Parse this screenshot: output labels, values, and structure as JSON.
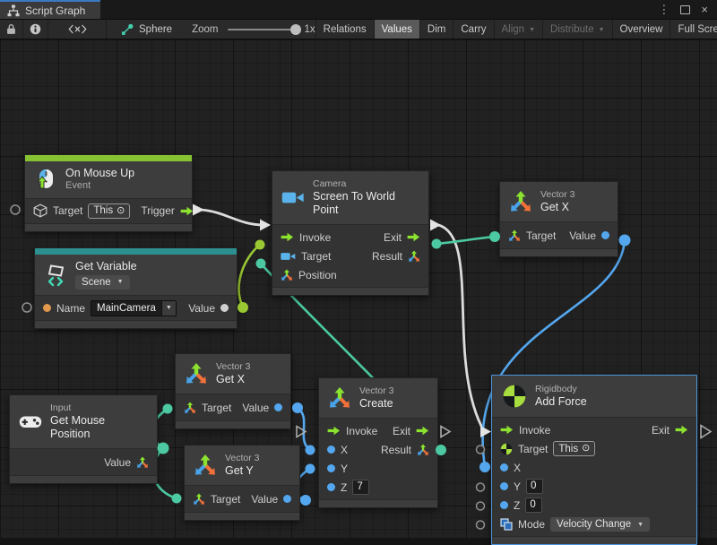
{
  "window": {
    "tab_title": "Script Graph",
    "controls": {
      "menu_glyph": "⋮",
      "close_glyph": "×"
    }
  },
  "toolbar": {
    "graph_name": "Sphere",
    "zoom": {
      "label": "Zoom",
      "value": "1x"
    },
    "buttons": [
      {
        "label": "Relations",
        "active": false
      },
      {
        "label": "Values",
        "active": true
      },
      {
        "label": "Dim",
        "active": false
      },
      {
        "label": "Carry",
        "active": false
      },
      {
        "label": "Align",
        "disabled": true,
        "dropdown": "▼"
      },
      {
        "label": "Distribute",
        "disabled": true,
        "dropdown": "▼"
      },
      {
        "label": "Overview",
        "active": false
      },
      {
        "label": "Full Screen",
        "active": false
      }
    ]
  },
  "nodes": {
    "on_mouse_up": {
      "title": "On Mouse Up",
      "subtitle": "Event",
      "target_label": "Target",
      "target_value": "This",
      "target_glyph": "⊙",
      "trigger_label": "Trigger"
    },
    "get_variable": {
      "title": "Get Variable",
      "scope": "Scene",
      "scope_dd": "▼",
      "name_label": "Name",
      "name_value": "MainCamera",
      "value_label": "Value"
    },
    "camera": {
      "category": "Camera",
      "title": "Screen To World Point",
      "invoke": "Invoke",
      "exit": "Exit",
      "target": "Target",
      "result": "Result",
      "position": "Position"
    },
    "get_x_top": {
      "category": "Vector 3",
      "title": "Get X",
      "target": "Target",
      "value": "Value"
    },
    "get_x_mid": {
      "category": "Vector 3",
      "title": "Get X",
      "target": "Target",
      "value": "Value"
    },
    "get_y": {
      "category": "Vector 3",
      "title": "Get Y",
      "target": "Target",
      "value": "Value"
    },
    "get_mouse_position": {
      "category": "Input",
      "title": "Get Mouse Position",
      "value": "Value"
    },
    "create": {
      "category": "Vector 3",
      "title": "Create",
      "invoke": "Invoke",
      "exit": "Exit",
      "x": "X",
      "result": "Result",
      "y": "Y",
      "z": "Z",
      "z_value": "7"
    },
    "add_force": {
      "category": "Rigidbody",
      "title": "Add Force",
      "invoke": "Invoke",
      "exit": "Exit",
      "target": "Target",
      "target_value": "This",
      "target_glyph": "⊙",
      "x": "X",
      "y": "Y",
      "y_value": "0",
      "z": "Z",
      "z_value": "0",
      "mode_label": "Mode",
      "mode_value": "Velocity Change",
      "mode_dd": "▼"
    }
  },
  "colors": {
    "event_green_bar": "#86c232",
    "variable_teal_bar": "#2d9090",
    "selection_blue": "#4d94dd",
    "wire_white": "#dcdcdc",
    "wire_green": "#9ac832",
    "wire_teal": "#4cc9a2",
    "wire_blue": "#54a7ee",
    "port_orange": "#e2984d",
    "canvas_bg": "#212121"
  }
}
